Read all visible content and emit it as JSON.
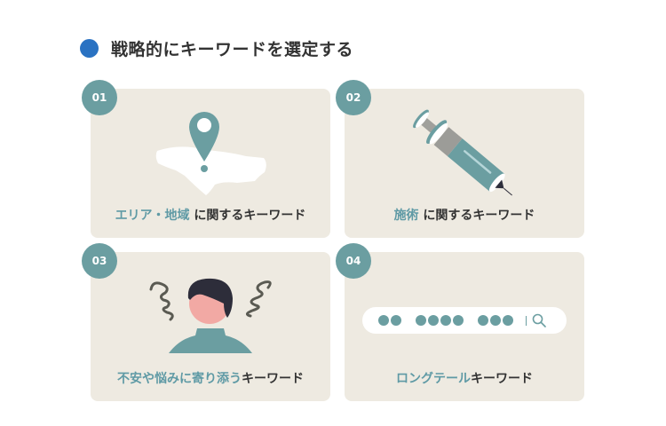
{
  "header": {
    "title": "戦略的にキーワードを選定する",
    "dot_color": "#2a72c2"
  },
  "colors": {
    "card_bg": "#eeeae1",
    "badge_bg": "#6b9ea1",
    "accent_text": "#5f9aa5",
    "dark_text": "#333333"
  },
  "cards": [
    {
      "number": "01",
      "icon": "map-pin-icon",
      "caption_accent": "エリア・地域",
      "caption_rest": " に関するキーワード"
    },
    {
      "number": "02",
      "icon": "syringe-icon",
      "caption_accent": "施術",
      "caption_rest": " に関するキーワード"
    },
    {
      "number": "03",
      "icon": "worried-person-icon",
      "caption_accent": "不安や悩みに寄り添う",
      "caption_rest": "キーワード"
    },
    {
      "number": "04",
      "icon": "search-bar-icon",
      "caption_accent": "ロングテール",
      "caption_rest": "キーワード",
      "search_dot_groups": [
        2,
        4,
        3
      ]
    }
  ]
}
